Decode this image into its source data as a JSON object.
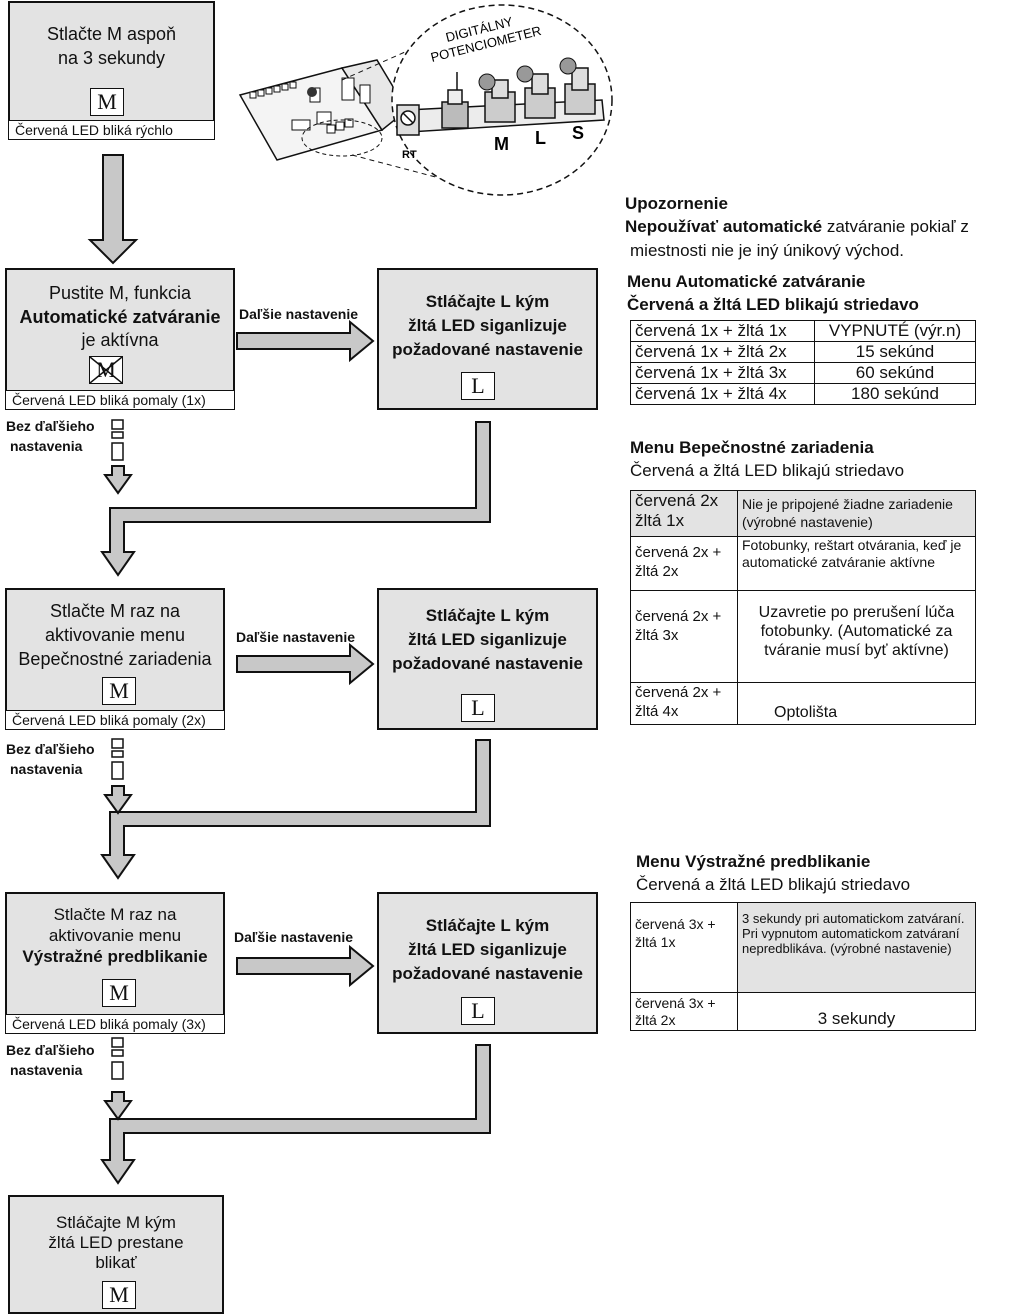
{
  "pcb_callout": {
    "label_line1": "DIGITÁLNY",
    "label_line2": "POTENCIOMETER",
    "buttons": [
      "M",
      "L",
      "S"
    ],
    "terminal": "RT"
  },
  "step1": {
    "line1": "Stlačte M aspoň",
    "line2": "na 3 sekundy",
    "key": "M",
    "caption": "Červená LED bliká rýchlo"
  },
  "step2": {
    "line1": "Pustite M, funkcia",
    "line2": "Automatické zatváranie",
    "line3": "je aktívna",
    "key": "M",
    "caption": "Červená LED bliká pomaly (1x)"
  },
  "step3": {
    "line1": "Stlačte M raz na",
    "line2": "aktivovanie menu",
    "line3": "Bepečnostné zariadenia",
    "key": "M",
    "caption": "Červená LED bliká pomaly (2x)"
  },
  "step4": {
    "line1": "Stlačte M raz na",
    "line2": "aktivovanie menu",
    "line3": "Výstražné predblikanie",
    "key": "M",
    "caption": "Červená LED bliká pomaly (3x)"
  },
  "step5": {
    "line1": "Stláčajte M kým",
    "line2": "žltá LED prestane",
    "line3": "blikať",
    "key": "M"
  },
  "lbox": {
    "line1": "Stláčajte L kým",
    "line2": "žltá LED siganlizuje",
    "line3": "požadované nastavenie",
    "key": "L"
  },
  "next_setting": "Daľšie nastavenie",
  "no_more": {
    "line1": "Bez ďaľšieho",
    "line2": "nastavenia"
  },
  "warning": {
    "title": "Upozornenie",
    "line1_bold1": "Nepoužívať",
    "line1_bold2": "automatické",
    "line1_rest": "zatváranie pokiaľ z",
    "line2": "miestnosti nie je iný únikový východ."
  },
  "menu_auto": {
    "title": "Menu Automatické zatváranie",
    "subtitle": "Červená a žltá LED blikajú striedavo",
    "rows": [
      {
        "signal": "červená 1x + žltá 1x",
        "value": "VYPNUTÉ (výr.n)"
      },
      {
        "signal": "červená 1x + žltá 2x",
        "value": "15 sekúnd"
      },
      {
        "signal": "červená 1x + žltá 3x",
        "value": "60 sekúnd"
      },
      {
        "signal": "červená 1x + žltá 4x",
        "value": "180 sekúnd"
      }
    ]
  },
  "menu_safety": {
    "title": "Menu Bepečnostné zariadenia",
    "subtitle": "Červená a žltá LED blikajú striedavo",
    "rows": [
      {
        "signal1": "červená 2x",
        "signal2": "žltá 1x",
        "desc": "Nie je pripojené žiadne zariadenie (výrobné nastavenie)"
      },
      {
        "signal1": "červená 2x +",
        "signal2": "žltá 2x",
        "desc": "Fotobunky, reštart otvárania, keď je automatické zatváranie aktívne"
      },
      {
        "signal1": "červená 2x +",
        "signal2": "žltá 3x",
        "desc": "Uzavretie po prerušení lúča fotobunky. (Automatické za tváranie musí byť aktívne)"
      },
      {
        "signal1": "červená 2x +",
        "signal2": "žltá 4x",
        "desc": "Optolišta"
      }
    ]
  },
  "menu_prefl": {
    "title": "Menu Výstražné predblikanie",
    "subtitle": "Červená a žltá LED blikajú striedavo",
    "rows": [
      {
        "signal1": "červená 3x +",
        "signal2": "žltá 1x",
        "desc": "3 sekundy pri automatickom zatváraní. Pri vypnutom automatickom zatváraní nepredblikáva. (výrobné nastavenie)"
      },
      {
        "signal1": "červená 3x +",
        "signal2": "žltá 2x",
        "desc": "3 sekundy"
      }
    ]
  },
  "colors": {
    "box_fill": "#e3e3e3",
    "arrow_fill": "#c8c8c8",
    "line": "#111111"
  }
}
